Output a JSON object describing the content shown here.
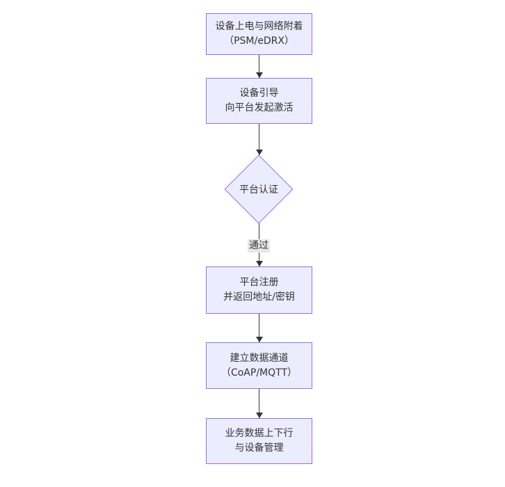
{
  "colors": {
    "background": "#ffffff",
    "node_fill": "#ECECFF",
    "node_border": "#9370DB",
    "text": "#333333",
    "edge": "#333333",
    "edge_label_background": "#e8e8e8"
  },
  "flowchart": {
    "type": "vertical-flowchart",
    "nodes": [
      {
        "id": "power-attach",
        "shape": "rect",
        "line1": "设备上电与网络附着",
        "line2": "（PSM/eDRX）"
      },
      {
        "id": "bootstrap",
        "shape": "rect",
        "line1": "设备引导",
        "line2": "向平台发起激活"
      },
      {
        "id": "platform-auth",
        "shape": "diamond",
        "line1": "平台认证",
        "line2": ""
      },
      {
        "id": "register",
        "shape": "rect",
        "line1": "平台注册",
        "line2": "并返回地址/密钥"
      },
      {
        "id": "data-channel",
        "shape": "rect",
        "line1": "建立数据通道",
        "line2": "（CoAP/MQTT）"
      },
      {
        "id": "business-data",
        "shape": "rect",
        "line1": "业务数据上下行",
        "line2": "与设备管理"
      }
    ],
    "edges": [
      {
        "from": "power-attach",
        "to": "bootstrap",
        "label": ""
      },
      {
        "from": "bootstrap",
        "to": "platform-auth",
        "label": ""
      },
      {
        "from": "platform-auth",
        "to": "register",
        "label": "通过"
      },
      {
        "from": "register",
        "to": "data-channel",
        "label": ""
      },
      {
        "from": "data-channel",
        "to": "business-data",
        "label": ""
      }
    ],
    "edge_label_pass": "通过"
  }
}
